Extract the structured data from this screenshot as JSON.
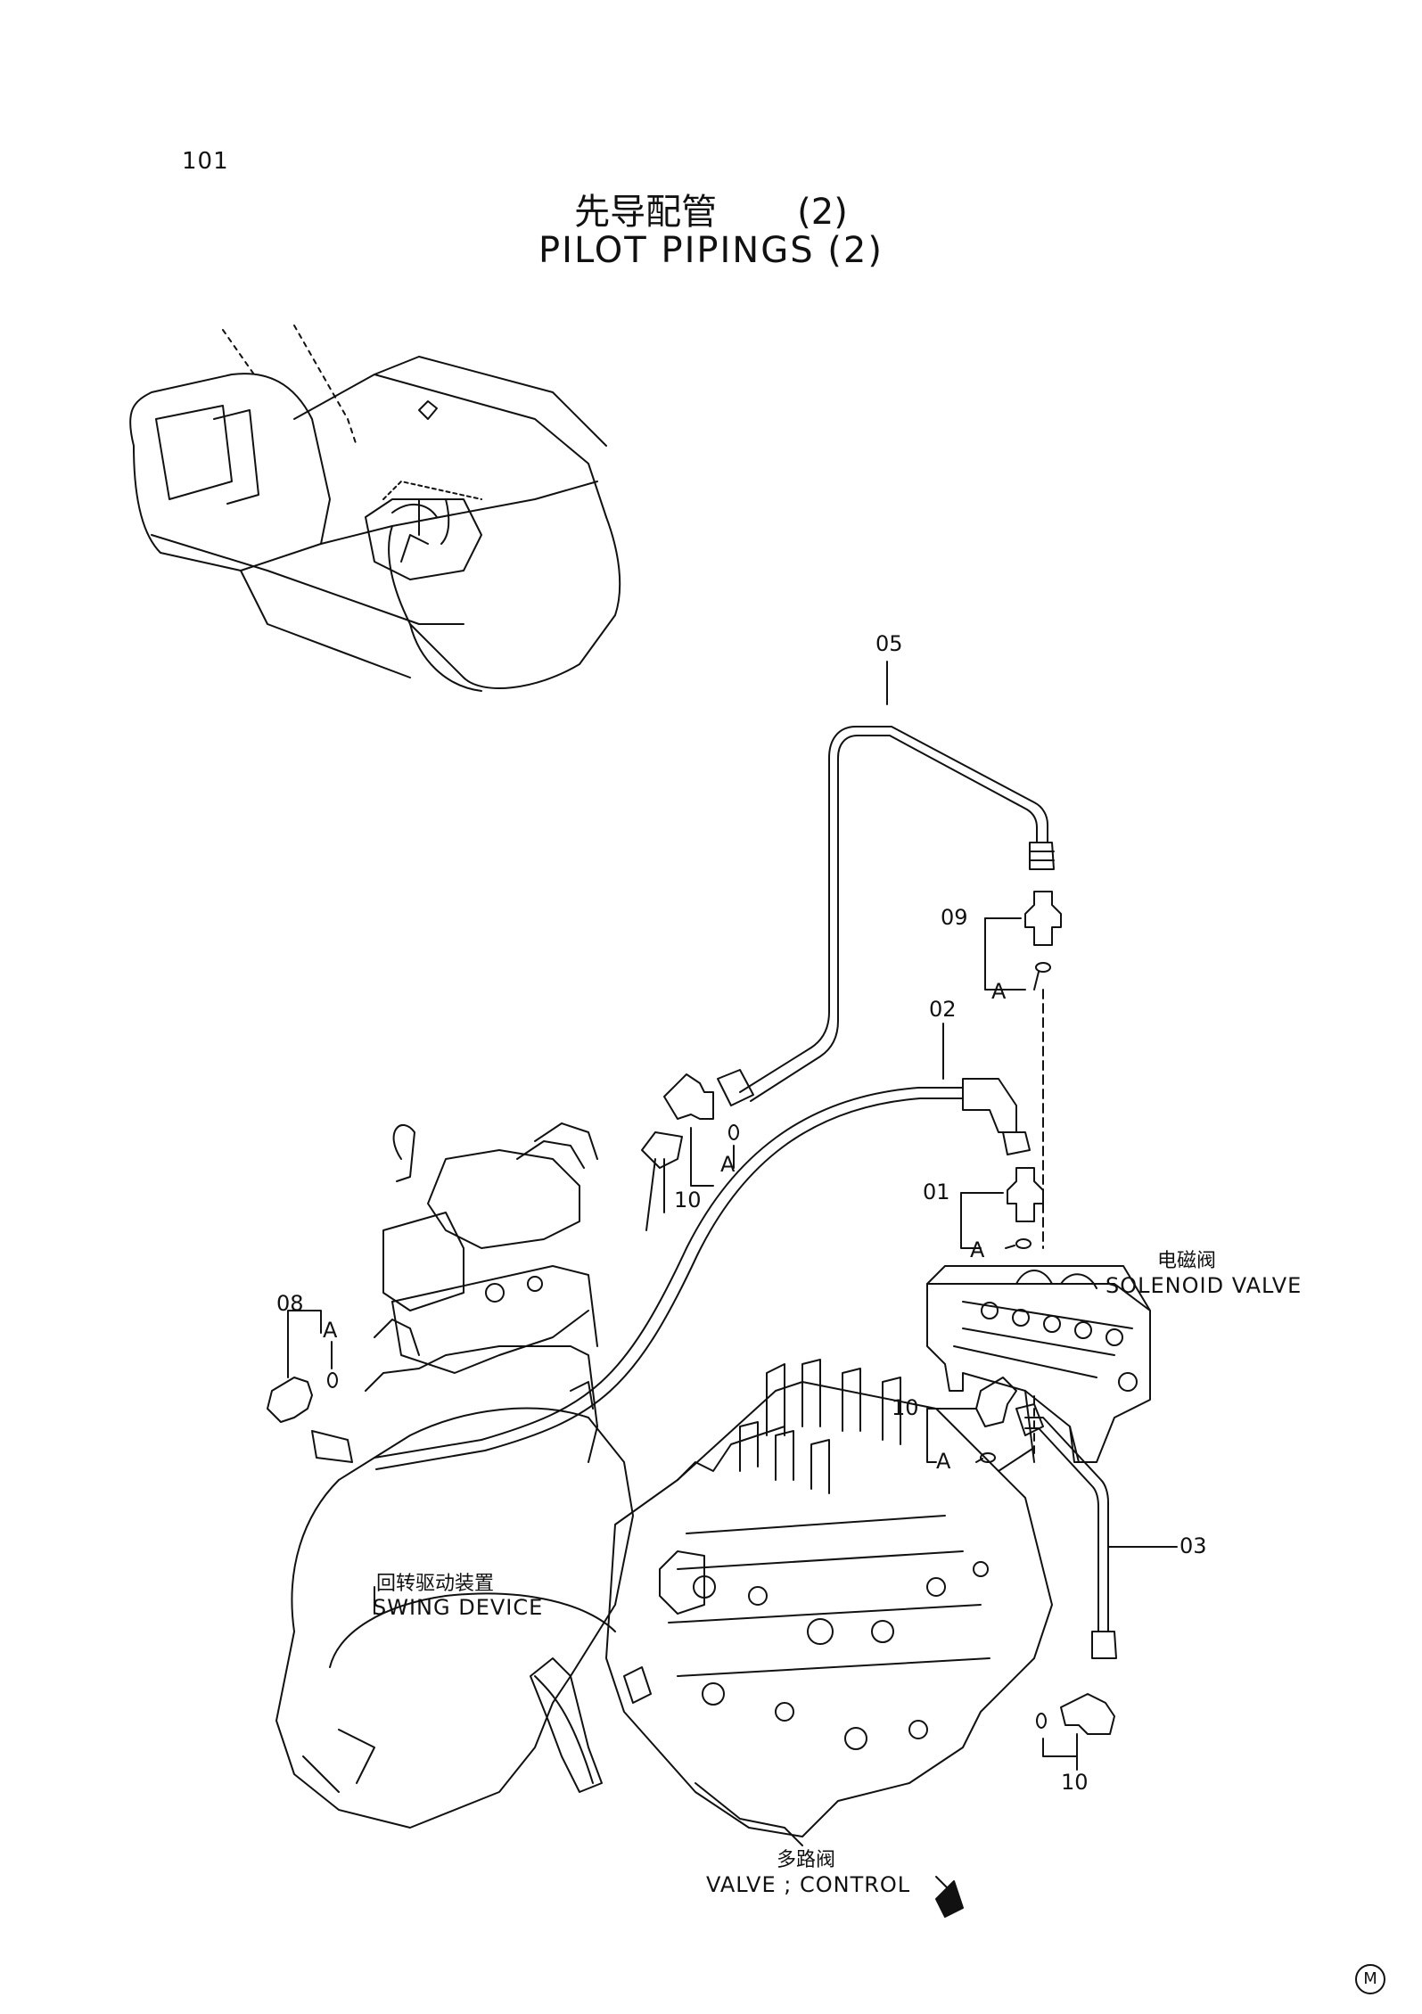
{
  "page": {
    "number": "101",
    "mark": "M"
  },
  "title": {
    "cn": "先导配管",
    "cn_suffix": "(2)",
    "en": "PILOT PIPINGS (2)"
  },
  "callouts": {
    "p05": "05",
    "p09": "09",
    "a1": "A",
    "p02": "02",
    "p10_top": "10",
    "a2": "A",
    "p01": "01",
    "a3": "A",
    "p08": "08",
    "a4": "A",
    "p10_mid": "10",
    "a5": "A",
    "p03": "03",
    "p10_bottom": "10"
  },
  "labels": {
    "solenoid_cn": "电磁阀",
    "solenoid_en": "SOLENOID VALVE",
    "swing_cn": "回转驱动装置",
    "swing_en": "SWING DEVICE",
    "control_cn": "多路阀",
    "control_en": "VALVE ; CONTROL"
  }
}
